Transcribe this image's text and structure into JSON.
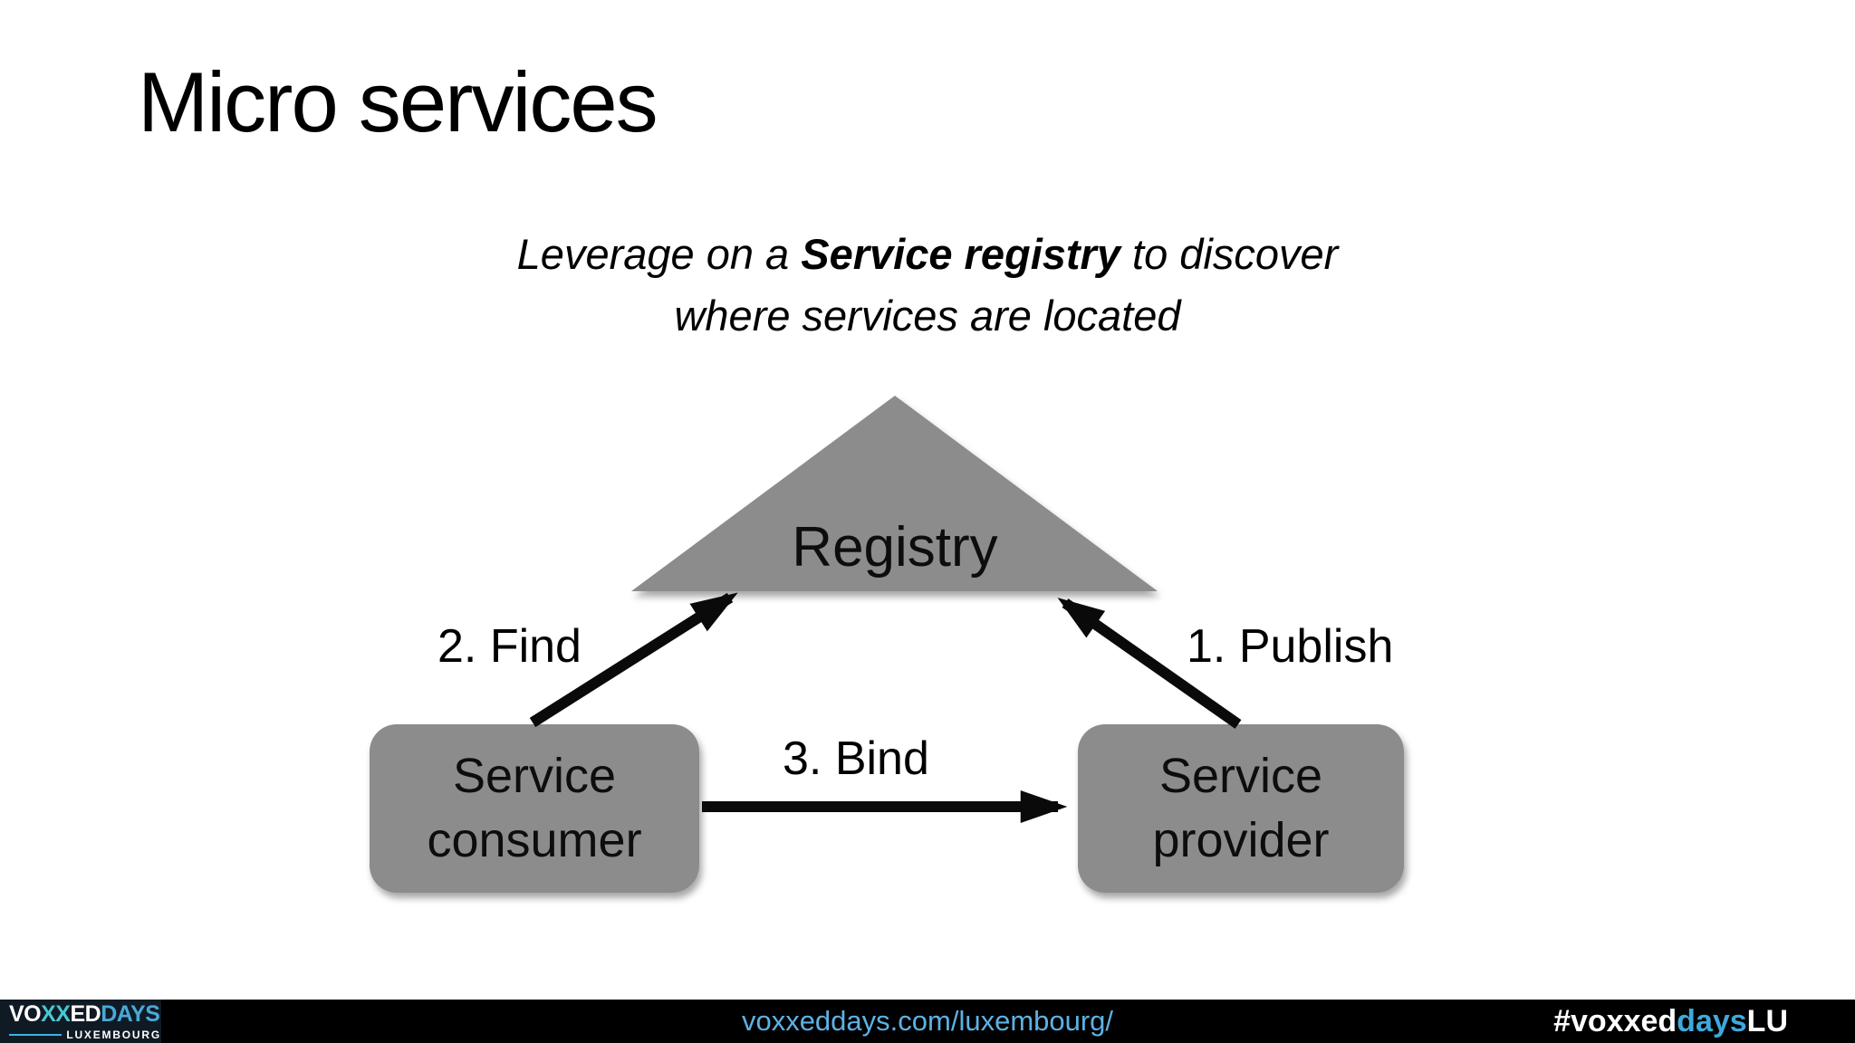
{
  "title": "Micro services",
  "subtitle": {
    "line1_pre": "Leverage on a ",
    "line1_bold": "Service registry",
    "line1_post": " to discover",
    "line2": "where services are located"
  },
  "diagram": {
    "registry_label": "Registry",
    "consumer": {
      "line1": "Service",
      "line2": "consumer"
    },
    "provider": {
      "line1": "Service",
      "line2": "provider"
    },
    "arrow_labels": {
      "publish": "1. Publish",
      "find": "2. Find",
      "bind": "3. Bind"
    }
  },
  "footer": {
    "logo": {
      "vo": "VO",
      "xx": "XX",
      "ed": "ED",
      "days": "DAYS",
      "location": "LUXEMBOURG"
    },
    "url": "voxxeddays.com/luxembourg/",
    "hashtag": {
      "pre": "#voxxed",
      "mid": "days",
      "post": "LU"
    }
  },
  "colors": {
    "shape_gray": "#8c8c8c",
    "arrow_black": "#0a0a0a",
    "brand_blue": "#49a8d9",
    "logo_cyan": "#49c6d3",
    "rule_cyan": "#3ab5e0",
    "url_blue": "#5cb2e4",
    "hashtag_blue": "#3fa8dc",
    "footer_bg": "#000000",
    "logo_bg": "#0f1a24"
  }
}
